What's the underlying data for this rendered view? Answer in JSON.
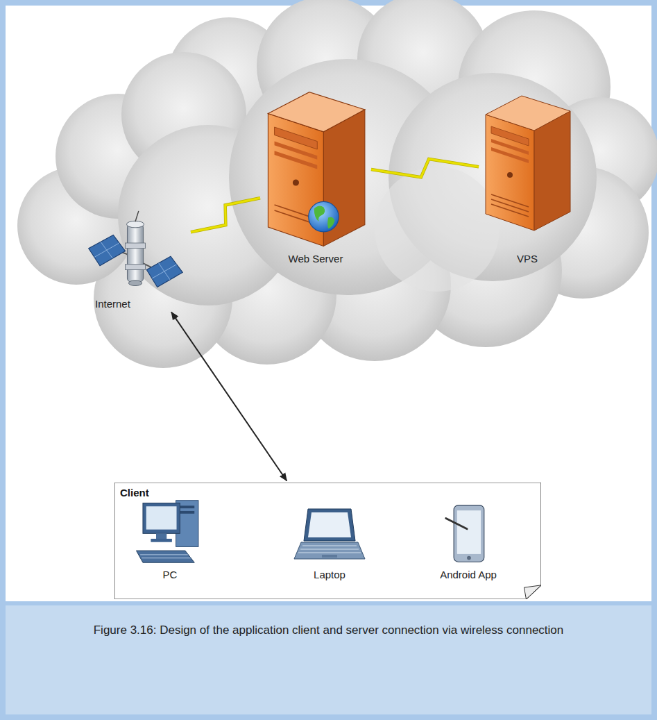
{
  "diagram": {
    "caption": "Figure 3.16: Design of the application client and server connection via wireless connection",
    "nodes": [
      {
        "text": [
          "Web Server"
        ]
      },
      {
        "text": [
          "VPS"
        ]
      },
      {
        "text": [
          "Internet"
        ]
      },
      {
        "text": [
          "Client"
        ]
      },
      {
        "text": [
          "PC"
        ],
        "in": 3
      },
      {
        "text": [
          "Laptop"
        ],
        "in": 3
      },
      {
        "text": [
          "Android App"
        ],
        "in": 3
      }
    ],
    "edges": [
      {
        "from": 2,
        "to": 0,
        "arrow": "none"
      },
      {
        "from": 0,
        "to": 1,
        "arrow": "none"
      },
      {
        "from": 2,
        "to": 3,
        "arrow": "both"
      }
    ]
  }
}
